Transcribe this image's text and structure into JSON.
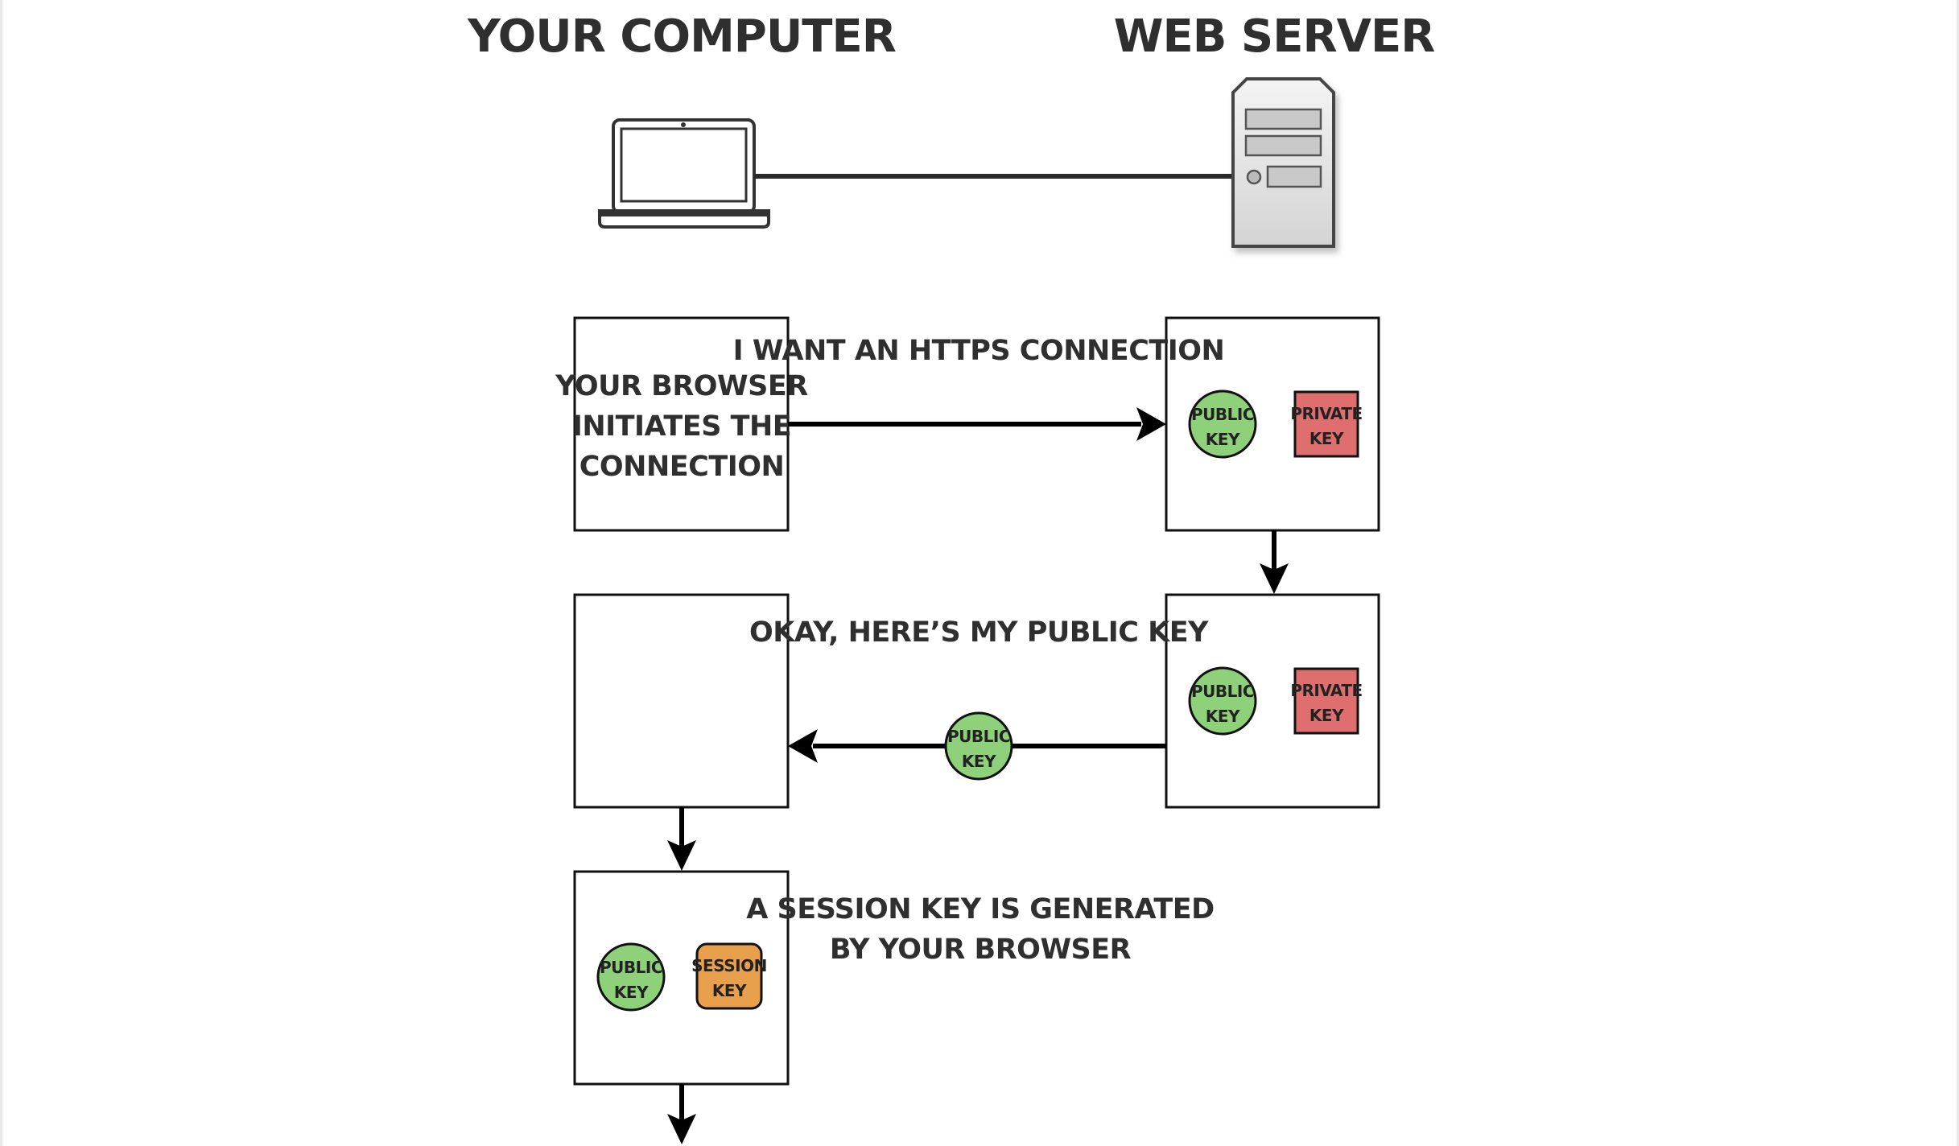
{
  "headers": {
    "left": "YOUR COMPUTER",
    "right": "WEB SERVER"
  },
  "step1": {
    "browser_box": [
      "YOUR BROWSER",
      "INITIATES THE",
      "CONNECTION"
    ],
    "message": "I WANT AN HTTPS CONNECTION"
  },
  "step2": {
    "message": "OKAY, HERE’S MY PUBLIC KEY"
  },
  "step3": {
    "message": [
      "A SESSION KEY IS GENERATED",
      "BY YOUR BROWSER"
    ]
  },
  "keys": {
    "public": [
      "PUBLIC",
      "KEY"
    ],
    "private": [
      "PRIVATE",
      "KEY"
    ],
    "session": [
      "SESSION",
      "KEY"
    ]
  },
  "colors": {
    "public_key": "#8fd07a",
    "private_key": "#df6f6f",
    "session_key": "#e9a04d",
    "line": "#000000",
    "text": "#2f2f2f"
  },
  "icons": {
    "computer": "laptop-icon",
    "server": "server-tower-icon"
  }
}
